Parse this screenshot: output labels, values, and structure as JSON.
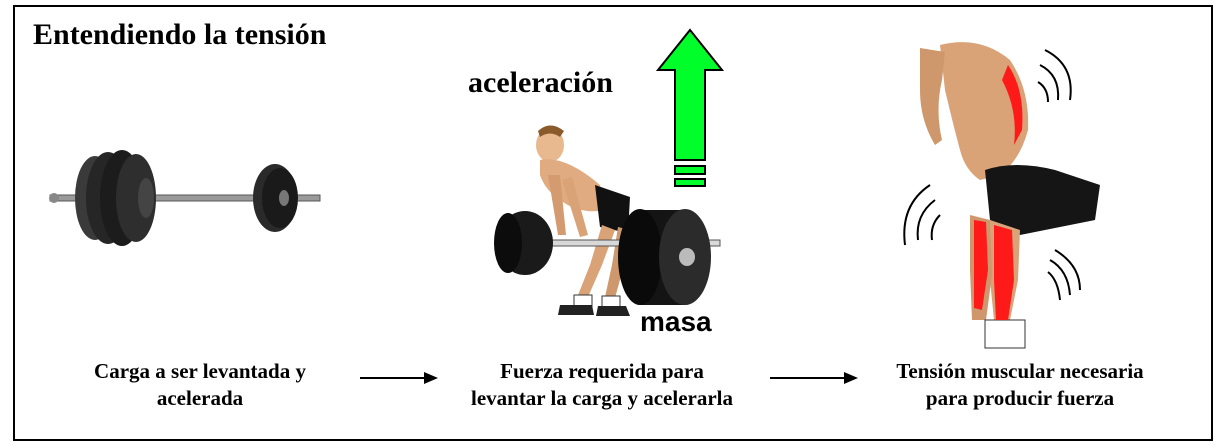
{
  "title": "Entendiendo la tensión",
  "panels": [
    {
      "caption": "Carga a ser levantada y acelerada"
    },
    {
      "caption": "Fuerza requerida para levantar la carga y acelerarla",
      "accel_label": "aceleración",
      "mass_label": "masa"
    },
    {
      "caption": "Tensión muscular necesaria para producir fuerza"
    }
  ],
  "colors": {
    "arrow": "#00ff2a",
    "tension": "#ff1a1a",
    "plate": "#2a2a2a"
  }
}
